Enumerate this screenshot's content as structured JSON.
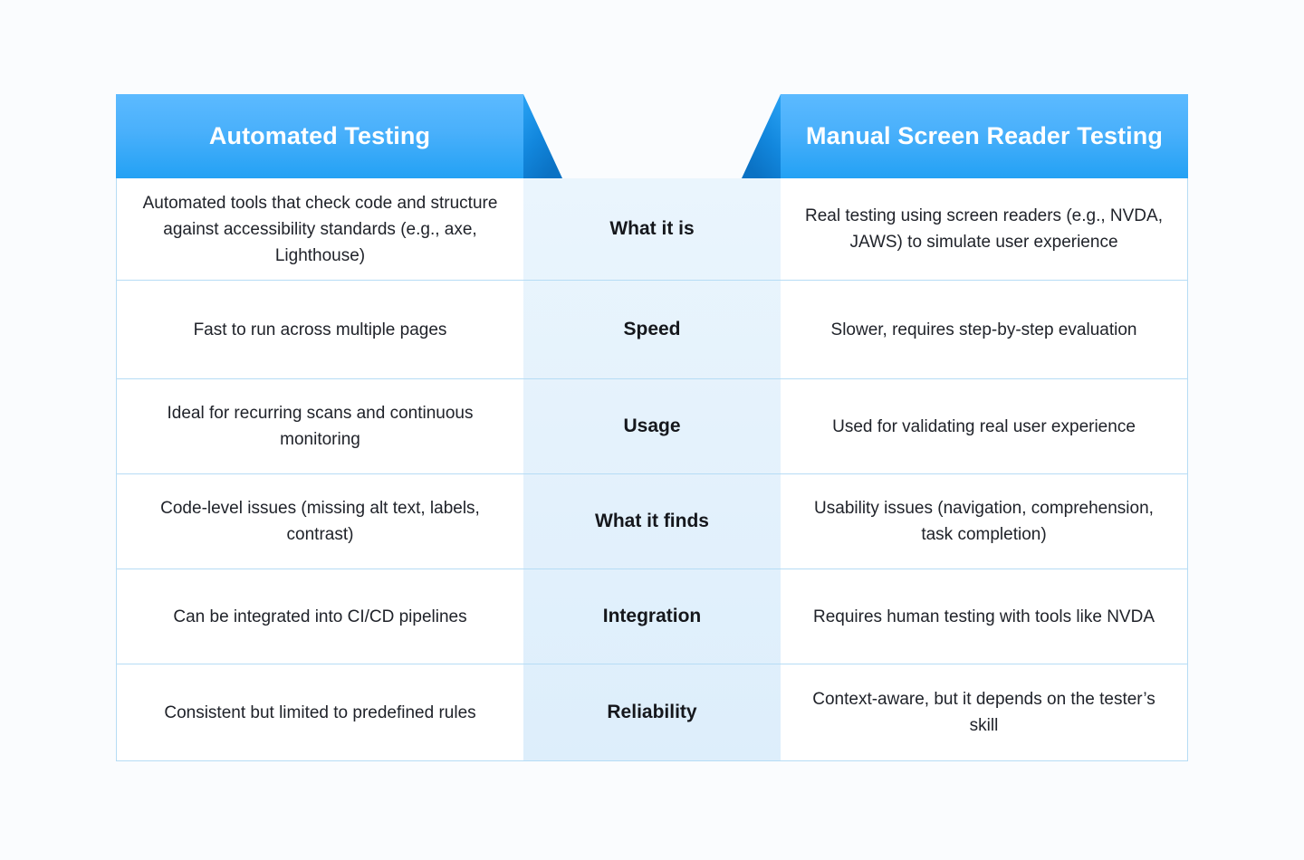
{
  "page": {
    "background_color": "#fafcfe",
    "accent_color": "#29a3f5",
    "accent_dark_color": "#0b72c4",
    "border_color": "#b6dcf5",
    "mid_column_background": "#e6f3fd"
  },
  "table": {
    "headers": {
      "left": "Automated Testing",
      "right": "Manual Screen Reader Testing"
    },
    "rows": [
      {
        "label": "What it is",
        "left": "Automated tools that check code and structure against accessibility standards (e.g., axe, Lighthouse)",
        "right": "Real testing using screen readers (e.g., NVDA, JAWS) to simulate user experience"
      },
      {
        "label": "Speed",
        "left": "Fast to run across multiple pages",
        "right": "Slower, requires step-by-step evaluation"
      },
      {
        "label": "Usage",
        "left": "Ideal for recurring scans and continuous monitoring",
        "right": "Used for validating real user experience"
      },
      {
        "label": "What it finds",
        "left": "Code-level issues (missing alt text, labels, contrast)",
        "right": "Usability issues (navigation, comprehension, task completion)"
      },
      {
        "label": "Integration",
        "left": "Can be integrated into CI/CD pipelines",
        "right": "Requires human testing with tools like NVDA"
      },
      {
        "label": "Reliability",
        "left": "Consistent but limited to predefined rules",
        "right": "Context-aware, but it depends on the tester’s skill"
      }
    ]
  }
}
